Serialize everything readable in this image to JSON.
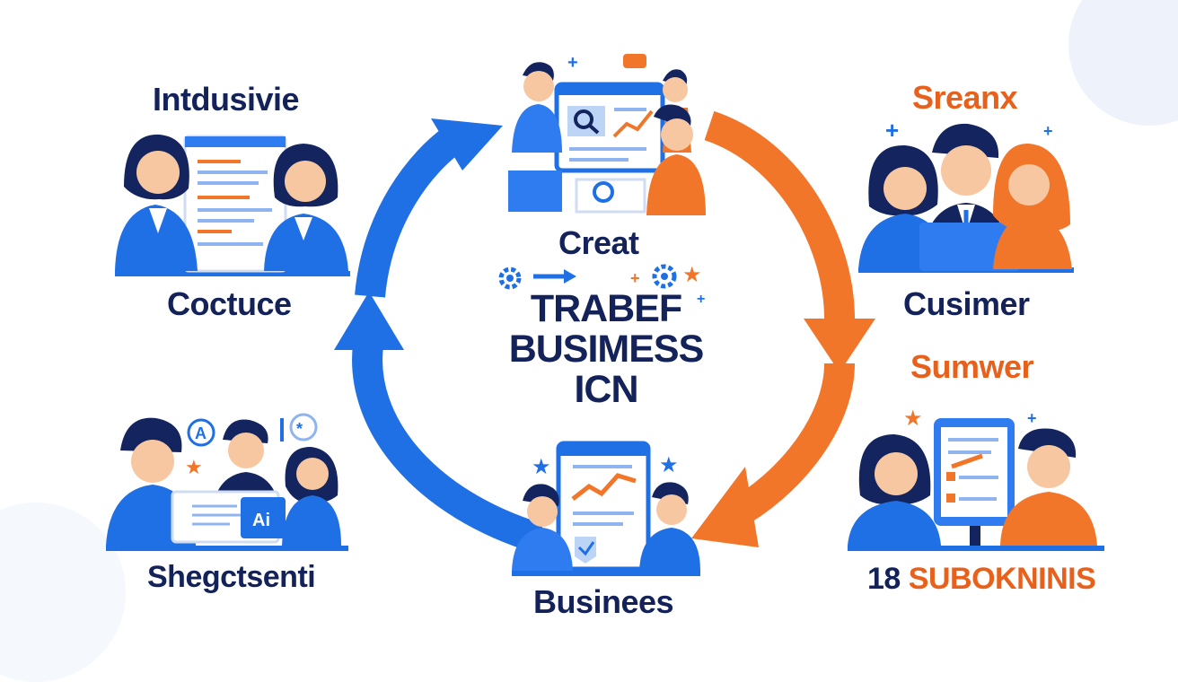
{
  "labels": {
    "top_left_title": "Intdusivie",
    "top_left_caption": "Coctuce",
    "top_center_caption": "Creat",
    "top_right_title": "Sreanx",
    "right_caption": "Cusimer",
    "right_title_2": "Sumwer",
    "bottom_right_caption_number": "18",
    "bottom_right_caption_text": "SUBOKNINIS",
    "bottom_left_caption": "Shegctsenti",
    "bottom_center_caption": "Businees"
  },
  "center": {
    "line1": "TRABEF",
    "line2": "BUSIMESS",
    "line3": "ICN"
  },
  "scene_text": {
    "ai_badge": "Ai",
    "a_badge": "A"
  },
  "colors": {
    "blue": "#1f6fe5",
    "orange": "#f2762a",
    "navy": "#14225a",
    "skin": "#f6c7a0",
    "hair": "#13245e"
  }
}
